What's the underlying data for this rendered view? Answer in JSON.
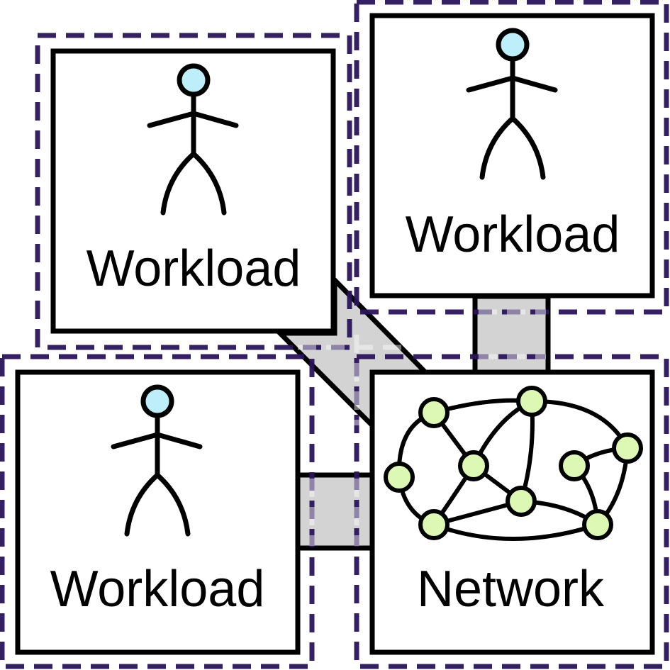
{
  "workloads": [
    {
      "label": "Workload"
    },
    {
      "label": "Workload"
    },
    {
      "label": "Workload"
    }
  ],
  "network": {
    "label": "Network"
  },
  "colors": {
    "dashed_border": "#2a1459",
    "box_stroke": "#000000",
    "connector_fill": "#d3d3d3",
    "head_fill": "#bfeefb",
    "node_fill": "#ddf7b5"
  },
  "icons": [
    "person-icon",
    "person-icon",
    "person-icon",
    "network-graph-icon"
  ]
}
